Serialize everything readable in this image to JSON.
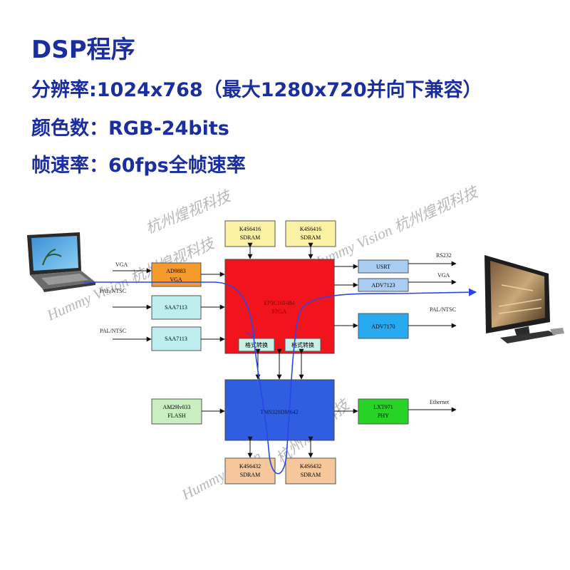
{
  "header": {
    "title": "DSP程序",
    "line1": "分辨率:1024x768（最大1280x720并向下兼容）",
    "line2": "颜色数：RGB-24bits",
    "line3": "帧速率：60fps全帧速率"
  },
  "diagram": {
    "blocks": {
      "sdram_top_1": [
        "K4S6416",
        "SDRAM"
      ],
      "sdram_top_2": [
        "K4S6416",
        "SDRAM"
      ],
      "ad9883": [
        "AD9883",
        "VGA"
      ],
      "saa7113_1": [
        "SAA7113"
      ],
      "saa7113_2": [
        "SAA7113"
      ],
      "fpga": [
        "EP3C16F484",
        "FPGA"
      ],
      "fmt_1": [
        "格式转换"
      ],
      "fmt_2": [
        "格式转换"
      ],
      "usrt": [
        "USRT"
      ],
      "adv7123": [
        "ADV7123"
      ],
      "adv7170": [
        "ADV7170"
      ],
      "flash": [
        "AM29lv033",
        "FLASH"
      ],
      "dsp": [
        "TMS320DM642"
      ],
      "phy": [
        "LXT971",
        "PHY"
      ],
      "sdram_bot_1": [
        "K4S6432",
        "SDRAM"
      ],
      "sdram_bot_2": [
        "K4S6432",
        "SDRAM"
      ]
    },
    "signals": {
      "vga_in": "VGA",
      "pal_in_1": "PAL/NTSC",
      "pal_in_2": "PAL/NTSC",
      "rs232_out": "RS232",
      "vga_out": "VGA",
      "pal_out": "PAL/NTSC",
      "ethernet_out": "Ethernet"
    },
    "watermarks": {
      "wm1": "杭州煌视科技",
      "wm2": "Hummy Vision 杭州煌视科技",
      "wm3": "Hummy Vision 杭州煌视科技",
      "wm4": "杭州煌视科技",
      "wm5": "Hummy Vision"
    },
    "colors": {
      "fpga": "#f2141c",
      "dsp": "#2f5fe0",
      "ad9883": "#f59a2c",
      "saa": "#bfeef0",
      "sdram_top": "#fbf2a6",
      "sdram_bot": "#f6c79a",
      "usrt": "#a9cdf3",
      "adv7170": "#27aaf0",
      "phy": "#28d328",
      "flash": "#c9efc0",
      "fmt": "#c9efe6",
      "flow": "#2b46e6"
    }
  }
}
